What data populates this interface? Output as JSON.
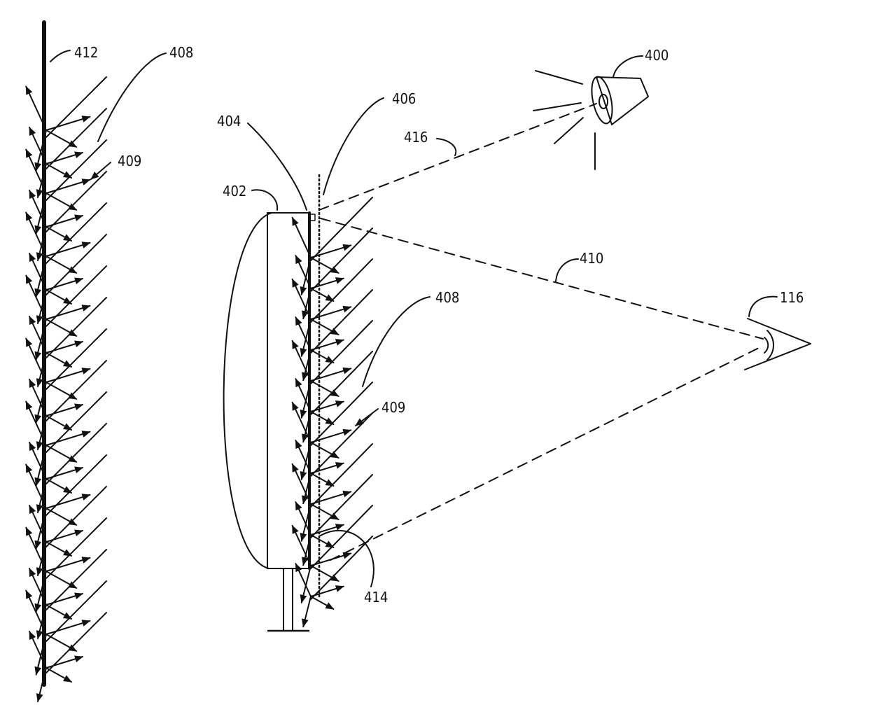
{
  "labels": {
    "ref_412": "412",
    "ref_408_left": "408",
    "ref_409_left": "409",
    "ref_404": "404",
    "ref_406": "406",
    "ref_416": "416",
    "ref_400": "400",
    "ref_402": "402",
    "ref_410": "410",
    "ref_408_right": "408",
    "ref_409_right": "409",
    "ref_116": "116",
    "ref_414": "414"
  },
  "colors": {
    "ink": "#111111",
    "background": "#ffffff"
  },
  "icons": {
    "light_source": "projector-icon",
    "viewer": "eye-icon"
  }
}
